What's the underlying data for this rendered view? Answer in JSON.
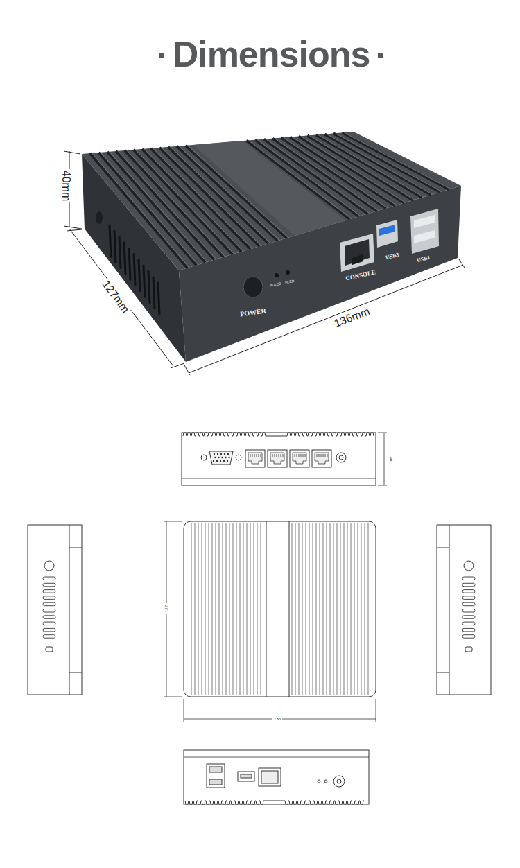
{
  "diagram": {
    "title": "Dimensions",
    "labels": [
      "40mm",
      "127mm",
      "136mm",
      "POWER",
      "POLED",
      "HLED",
      "CONSOLE",
      "USB3",
      "USB1",
      "40",
      "127",
      "136"
    ]
  }
}
